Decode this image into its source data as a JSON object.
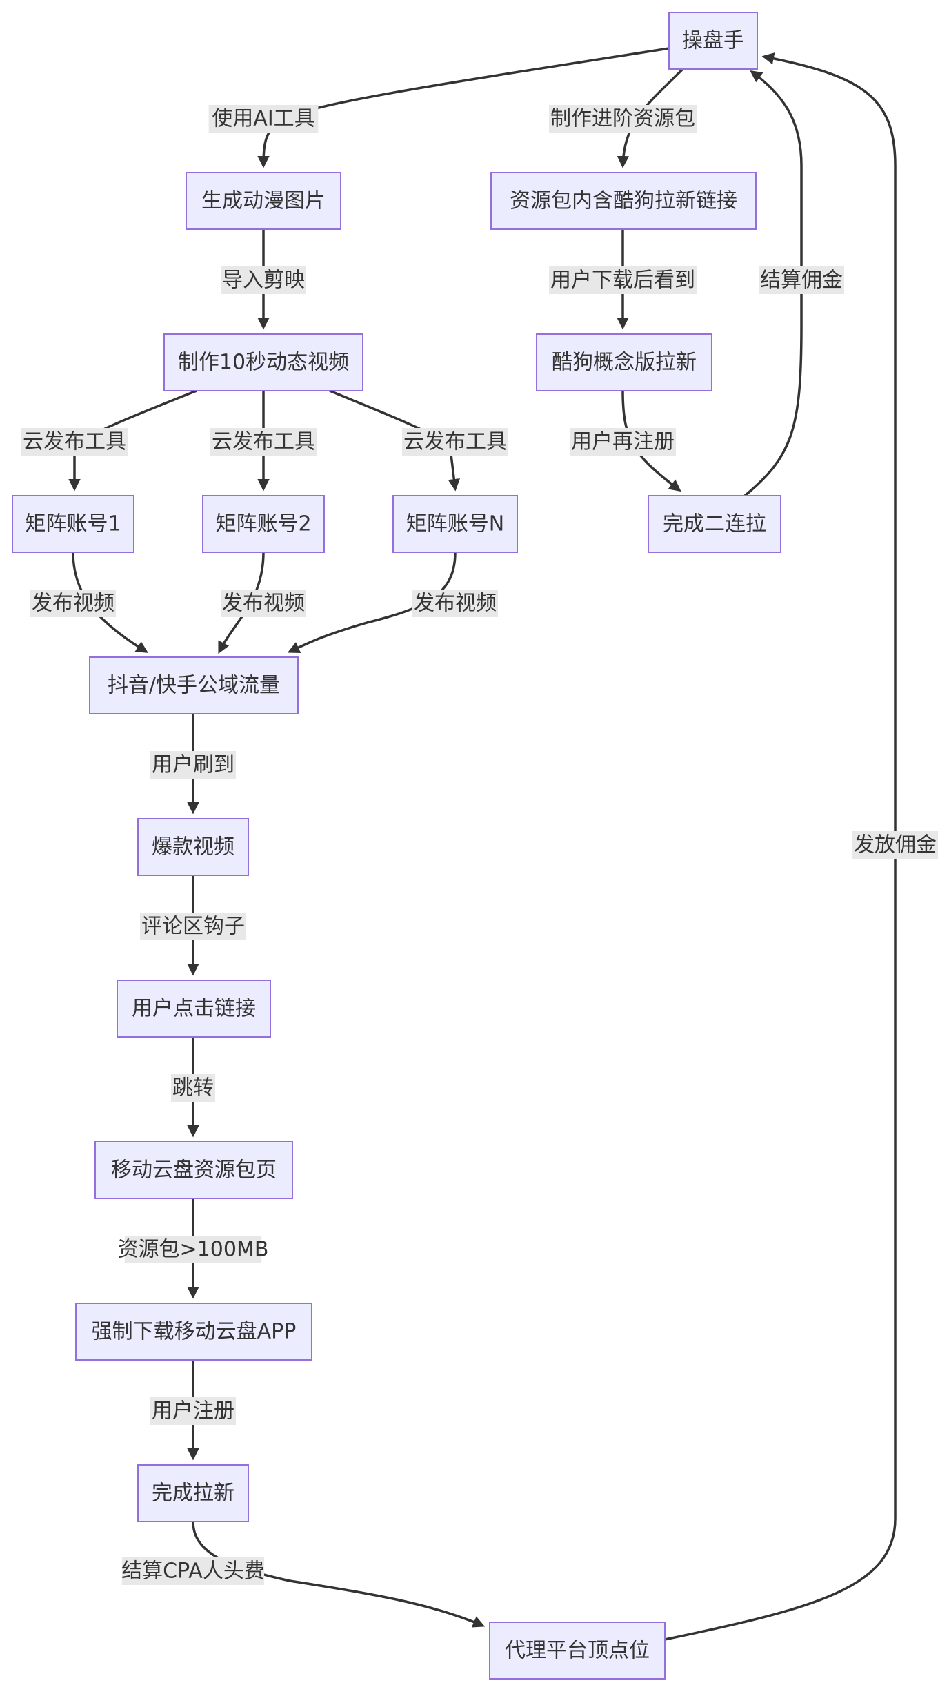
{
  "colors": {
    "node_fill": "#ECECFF",
    "node_border": "#9370DB",
    "edge": "#333333",
    "label_background": "#e8e8e8",
    "text": "#333333"
  },
  "nodes": [
    {
      "id": "operator",
      "label": "操盘手"
    },
    {
      "id": "gen_anime",
      "label": "生成动漫图片"
    },
    {
      "id": "resource_pack",
      "label": "资源包内含酷狗拉新链接"
    },
    {
      "id": "make_video",
      "label": "制作10秒动态视频"
    },
    {
      "id": "kugou",
      "label": "酷狗概念版拉新"
    },
    {
      "id": "acct1",
      "label": "矩阵账号1"
    },
    {
      "id": "acct2",
      "label": "矩阵账号2"
    },
    {
      "id": "acctN",
      "label": "矩阵账号N"
    },
    {
      "id": "second_pull",
      "label": "完成二连拉"
    },
    {
      "id": "traffic",
      "label": "抖音/快手公域流量"
    },
    {
      "id": "viral",
      "label": "爆款视频"
    },
    {
      "id": "click_link",
      "label": "用户点击链接"
    },
    {
      "id": "cloud_page",
      "label": "移动云盘资源包页"
    },
    {
      "id": "force_download",
      "label": "强制下载移动云盘APP"
    },
    {
      "id": "done_pull",
      "label": "完成拉新"
    },
    {
      "id": "agent_platform",
      "label": "代理平台顶点位"
    }
  ],
  "edges": [
    {
      "from": "operator",
      "to": "gen_anime",
      "label": "使用AI工具"
    },
    {
      "from": "operator",
      "to": "resource_pack",
      "label": "制作进阶资源包"
    },
    {
      "from": "gen_anime",
      "to": "make_video",
      "label": "导入剪映"
    },
    {
      "from": "resource_pack",
      "to": "kugou",
      "label": "用户下载后看到"
    },
    {
      "from": "second_pull",
      "to": "operator",
      "label": "结算佣金"
    },
    {
      "from": "make_video",
      "to": "acct1",
      "label": "云发布工具"
    },
    {
      "from": "make_video",
      "to": "acct2",
      "label": "云发布工具"
    },
    {
      "from": "make_video",
      "to": "acctN",
      "label": "云发布工具"
    },
    {
      "from": "kugou",
      "to": "second_pull",
      "label": "用户再注册"
    },
    {
      "from": "acct1",
      "to": "traffic",
      "label": "发布视频"
    },
    {
      "from": "acct2",
      "to": "traffic",
      "label": "发布视频"
    },
    {
      "from": "acctN",
      "to": "traffic",
      "label": "发布视频"
    },
    {
      "from": "traffic",
      "to": "viral",
      "label": "用户刷到"
    },
    {
      "from": "agent_platform",
      "to": "operator",
      "label": "发放佣金"
    },
    {
      "from": "viral",
      "to": "click_link",
      "label": "评论区钩子"
    },
    {
      "from": "click_link",
      "to": "cloud_page",
      "label": "跳转"
    },
    {
      "from": "cloud_page",
      "to": "force_download",
      "label": "资源包>100MB"
    },
    {
      "from": "force_download",
      "to": "done_pull",
      "label": "用户注册"
    },
    {
      "from": "done_pull",
      "to": "agent_platform",
      "label": "结算CPA人头费"
    }
  ]
}
